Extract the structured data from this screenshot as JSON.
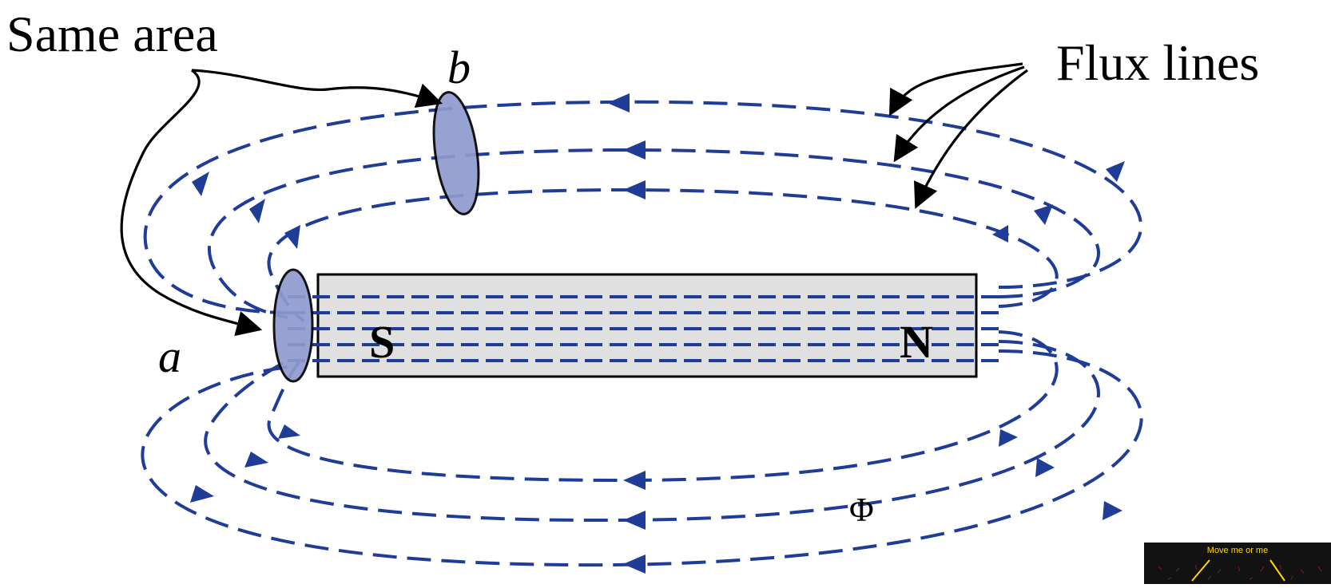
{
  "labels": {
    "same_area": "Same area",
    "flux_lines": "Flux lines",
    "point_a": "a",
    "point_b": "b",
    "south_pole": "S",
    "north_pole": "N",
    "flux_symbol": "Φ"
  },
  "widget": {
    "label": "Move me or me"
  },
  "colors": {
    "flux_line": "#1f3c96",
    "magnet_fill": "#e0e0e0",
    "area_disc": "#8f9bd0",
    "widget_bg": "#121212",
    "widget_text": "#ffd800"
  }
}
